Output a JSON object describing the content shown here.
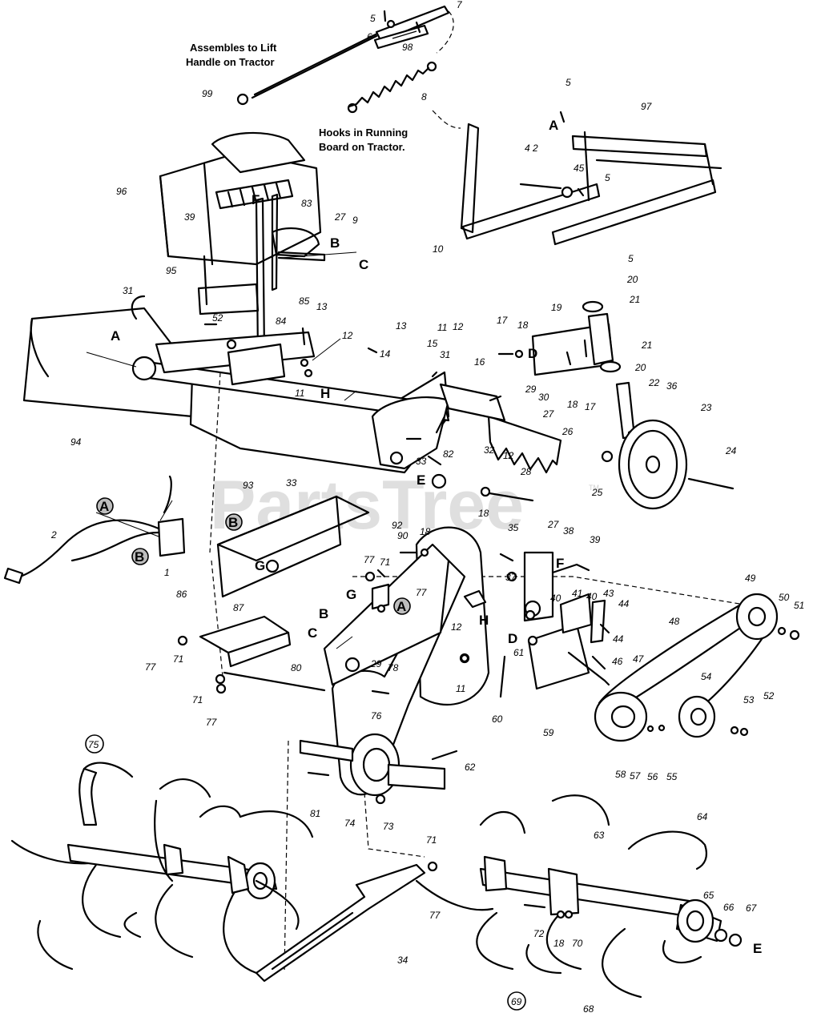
{
  "notes": {
    "lift_handle_line1": "Assembles to Lift",
    "lift_handle_line2": "Handle on Tractor",
    "running_board_line1": "Hooks in Running",
    "running_board_line2": "Board on Tractor."
  },
  "watermark": {
    "text": "PartsTree",
    "trademark": "TM"
  },
  "letters": {
    "A1": "A",
    "A2": "A",
    "B1": "B",
    "B2": "B",
    "C1": "C",
    "C2": "C",
    "D1": "D",
    "D2": "D",
    "E1": "E",
    "E2": "E",
    "F1": "F",
    "F2": "F",
    "G1": "G",
    "G2": "G",
    "H1": "H",
    "H2": "H",
    "cA1": "A",
    "cA2": "A",
    "cB1": "B",
    "cB2": "B"
  },
  "part_numbers": {
    "p5a": "5",
    "p7": "7",
    "p6": "6",
    "p98": "98",
    "p99": "99",
    "p8": "8",
    "p5b": "5",
    "p97": "97",
    "p42": "4 2",
    "p45": "45",
    "p5c": "5",
    "p10": "10",
    "p96": "96",
    "p39a": "39",
    "p83": "83",
    "p27a": "27",
    "p9": "9",
    "p95": "95",
    "p85": "85",
    "p31a": "31",
    "p52a": "52",
    "p13a": "13",
    "p84": "84",
    "p13b": "13",
    "p12a": "12",
    "p11a": "11",
    "p14": "14",
    "p5d": "5",
    "p20a": "20",
    "p21a": "21",
    "p17a": "17",
    "p18a": "18",
    "p19": "19",
    "p11b": "11",
    "p12b": "12",
    "p15": "15",
    "p31b": "31",
    "p16": "16",
    "p29a": "29",
    "p30": "30",
    "p27b": "27",
    "p18b": "18",
    "p17b": "17",
    "p21b": "21",
    "p20b": "20",
    "p22": "22",
    "p36": "36",
    "p23": "23",
    "p94": "94",
    "p33a": "33",
    "p82": "82",
    "p32": "32",
    "p12c": "12",
    "p28": "28",
    "p26": "26",
    "p25": "25",
    "p24": "24",
    "p93": "93",
    "p33b": "33",
    "p18c": "18",
    "p35": "35",
    "p92": "92",
    "p2": "2",
    "p1": "1",
    "p86": "86",
    "p90": "90",
    "p18d": "18",
    "p27c": "27",
    "p38": "38",
    "p39b": "39",
    "p77a": "77",
    "p71a": "71",
    "p77b": "77",
    "p37": "37",
    "p40a": "40",
    "p41": "41",
    "p40b": "40",
    "p43": "43",
    "p44a": "44",
    "p49": "49",
    "p50": "50",
    "p51": "51",
    "p48": "48",
    "p29b": "29",
    "p78": "78",
    "p80": "80",
    "p12d": "12",
    "p11c": "11",
    "p61": "61",
    "p44b": "44",
    "p46": "46",
    "p47": "47",
    "p87": "87",
    "p77c": "77",
    "p71b": "71",
    "p71c": "71",
    "p77d": "77",
    "p60": "60",
    "p59": "59",
    "p54": "54",
    "p53": "53",
    "p52b": "52",
    "p76": "76",
    "p58": "58",
    "p57": "57",
    "p56": "56",
    "p55": "55",
    "p62": "62",
    "p75": "75",
    "p81": "81",
    "p74": "74",
    "p73": "73",
    "p64": "64",
    "p63": "63",
    "p71d": "71",
    "p77e": "77",
    "p65": "65",
    "p66": "66",
    "p67": "67",
    "p72": "72",
    "p18e": "18",
    "p70": "70",
    "p34": "34",
    "p69": "69",
    "p68": "68"
  }
}
